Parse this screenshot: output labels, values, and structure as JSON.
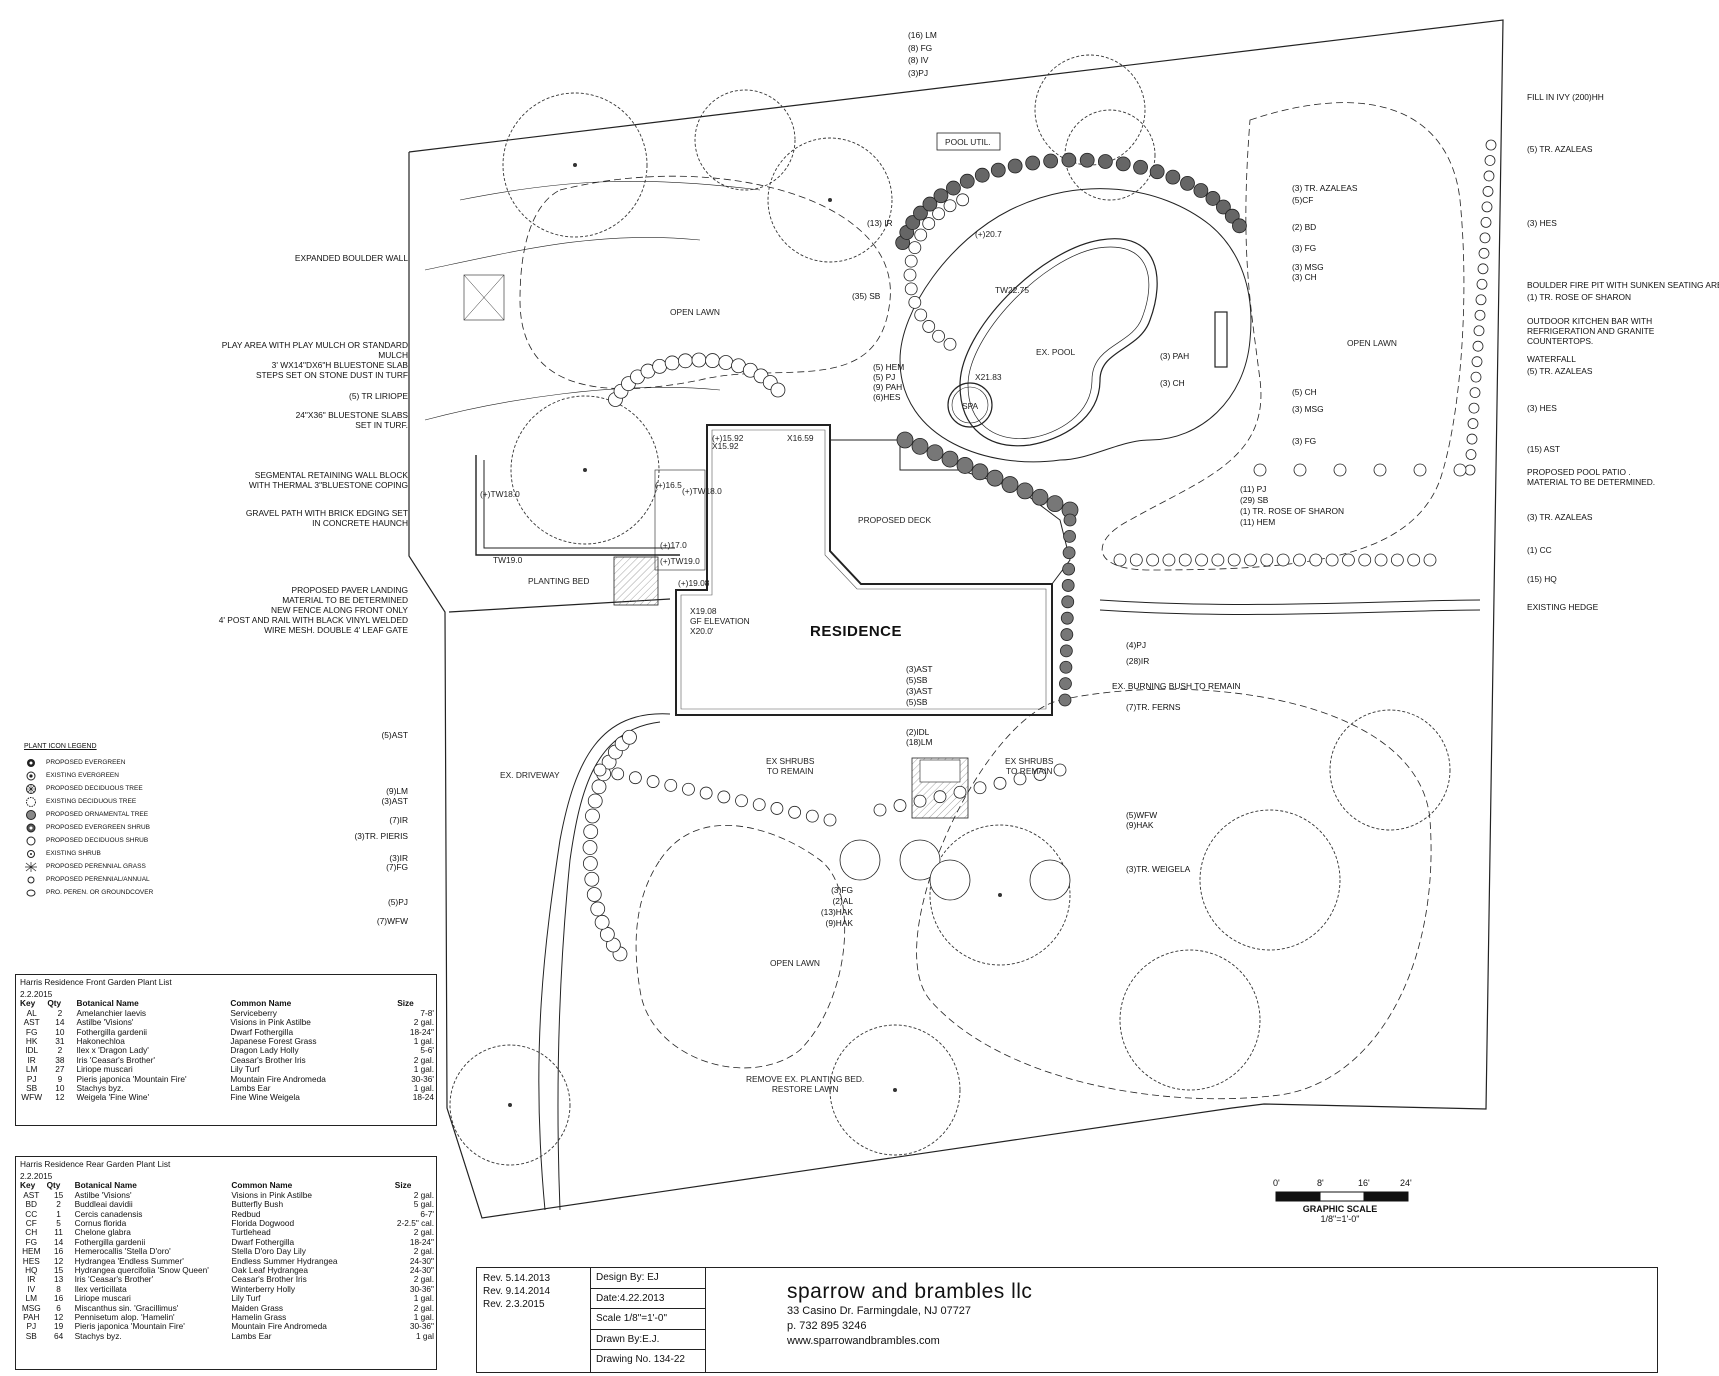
{
  "plan": {
    "main_label": "RESIDENCE",
    "areas": [
      {
        "id": "open-lawn-nw",
        "text": "OPEN LAWN"
      },
      {
        "id": "open-lawn-e",
        "text": "OPEN LAWN"
      },
      {
        "id": "open-lawn-s",
        "text": "OPEN LAWN"
      },
      {
        "id": "ex-pool",
        "text": "EX. POOL"
      },
      {
        "id": "spa",
        "text": "SPA"
      },
      {
        "id": "pool-util",
        "text": "POOL UTIL."
      },
      {
        "id": "proposed-deck",
        "text": "PROPOSED DECK"
      },
      {
        "id": "planting-bed",
        "text": "PLANTING BED"
      },
      {
        "id": "ex-driveway",
        "text": "EX. DRIVEWAY"
      },
      {
        "id": "ex-shrubs-1",
        "text": "EX SHRUBS\nTO REMAIN"
      },
      {
        "id": "ex-shrubs-2",
        "text": "EX SHRUBS\nTO REMAIN"
      },
      {
        "id": "remove-bed",
        "text": "REMOVE EX. PLANTING BED.\nRESTORE LAWN"
      },
      {
        "id": "gf-elev",
        "text": "X19.08\nGF ELEVATION\nX20.0'"
      }
    ],
    "spot_elevations": [
      "X15.92",
      "(+)15.92",
      "X16.59",
      "(+)16.5",
      "(+)TW18.0",
      "(+)TW18.0",
      "TW19.0",
      "(+)17.0",
      "(+)TW19.0",
      "(+)19.08",
      "X21.83",
      "TW22.75",
      "(+)20.7"
    ],
    "left_notes": [
      "EXPANDED BOULDER WALL",
      "PLAY AREA WITH PLAY MULCH OR STANDARD\nMULCH\n3' WX14\"DX6\"H BLUESTONE SLAB\nSTEPS SET ON STONE DUST IN TURF",
      "(5) TR LIRIOPE",
      "24\"X36\" BLUESTONE SLABS\nSET IN TURF.",
      "SEGMENTAL RETAINING WALL BLOCK\nWITH THERMAL 3\"BLUESTONE COPING",
      "GRAVEL PATH WITH BRICK EDGING SET\nIN CONCRETE HAUNCH",
      "PROPOSED PAVER LANDING\nMATERIAL TO BE DETERMINED\nNEW FENCE ALONG FRONT ONLY\n4' POST AND RAIL WITH BLACK VINYL WELDED\nWIRE MESH. DOUBLE 4' LEAF GATE",
      "(5)AST",
      "(9)LM",
      "(3)AST",
      "(7)IR",
      "(3)TR. PIERIS",
      "(3)IR",
      "(7)FG",
      "(5)PJ",
      "(7)WFW"
    ],
    "right_notes": [
      "FILL IN IVY (200)HH",
      "(5) TR. AZALEAS",
      "(3) HES",
      "BOULDER FIRE PIT WITH SUNKEN SEATING AREA",
      "(1) TR. ROSE OF SHARON",
      "OUTDOOR KITCHEN BAR WITH\nREFRIGERATION AND GRANITE\nCOUNTERTOPS.",
      "WATERFALL",
      "(5) TR. AZALEAS",
      "(3) HES",
      "(15) AST",
      "PROPOSED POOL PATIO .\nMATERIAL TO BE DETERMINED.",
      "(3) TR. AZALEAS",
      "(1) CC",
      "(15) HQ",
      "EXISTING HEDGE",
      "EX. BURNING BUSH TO REMAIN",
      "(7)TR. FERNS",
      "(3)TR. WEIGELA"
    ],
    "callouts": [
      "(16) LM\n(8) FG\n(8) IV\n(3)PJ",
      "(13) IR",
      "(35) SB",
      "(5) HEM\n(5) PJ\n(9) PAH\n(6)HES",
      "(3) TR. AZALEAS\n(5)CF",
      "(2) BD",
      "(3) FG",
      "(3) MSG\n(3) CH",
      "(3) PAH",
      "(3) CH",
      "(5) CH",
      "(3) MSG",
      "(3) FG",
      "(11) PJ\n(29) SB\n(1) TR. ROSE OF SHARON\n(11) HEM",
      "(4)PJ",
      "(28)IR",
      "(3)AST\n(5)SB\n(3)AST\n(5)SB",
      "(2)IDL\n(18)LM",
      "(5)WFW\n(9)HAK",
      "(3)FG\n(2)AL\n(13)HAK\n(9)HAK"
    ]
  },
  "legend": {
    "title": "PLANT ICON LEGEND",
    "items": [
      {
        "icon": "proposed-evergreen-icon",
        "label": "PROPOSED EVERGREEN"
      },
      {
        "icon": "existing-evergreen-icon",
        "label": "EXISTING EVERGREEN"
      },
      {
        "icon": "proposed-deciduous-tree-icon",
        "label": "PROPOSED DECIDUOUS TREE"
      },
      {
        "icon": "existing-deciduous-tree-icon",
        "label": "EXISTING DECIDUOUS TREE"
      },
      {
        "icon": "proposed-ornamental-tree-icon",
        "label": "PROPOSED ORNAMENTAL TREE"
      },
      {
        "icon": "proposed-evergreen-shrub-icon",
        "label": "PROPOSED EVERGREEN SHRUB"
      },
      {
        "icon": "proposed-deciduous-shrub-icon",
        "label": "PROPOSED DECIDUOUS SHRUB"
      },
      {
        "icon": "existing-shrub-icon",
        "label": "EXISTING SHRUB"
      },
      {
        "icon": "proposed-perennial-grass-icon",
        "label": "PROPOSED PERENNIAL GRASS"
      },
      {
        "icon": "proposed-perennial-annual-icon",
        "label": "PROPOSED PERENNIAL/ANNUAL"
      },
      {
        "icon": "groundcover-icon",
        "label": "PRO. PEREN. OR GROUNDCOVER"
      }
    ]
  },
  "front_list": {
    "title": "Harris Residence Front Garden Plant List",
    "date": "2.2.2015",
    "headers": [
      "Key",
      "Qty",
      "Botanical Name",
      "Common Name",
      "Size"
    ],
    "rows": [
      [
        "AL",
        "2",
        "Amelanchier laevis",
        "Serviceberry",
        "7-8'"
      ],
      [
        "AST",
        "14",
        "Astilbe 'Visions'",
        "Visions in Pink Astilbe",
        "2 gal."
      ],
      [
        "FG",
        "10",
        "Fothergilla gardenii",
        "Dwarf Fothergilla",
        "18-24\""
      ],
      [
        "HK",
        "31",
        "Hakonechloa",
        "Japanese Forest Grass",
        "1 gal."
      ],
      [
        "IDL",
        "2",
        "Ilex x 'Dragon Lady'",
        "Dragon Lady Holly",
        "5-6'"
      ],
      [
        "IR",
        "38",
        "Iris 'Ceasar's Brother'",
        "Ceasar's Brother Iris",
        "2 gal."
      ],
      [
        "LM",
        "27",
        "Liriope muscari",
        "Lily Turf",
        "1 gal."
      ],
      [
        "PJ",
        "9",
        "Pieris japonica 'Mountain Fire'",
        "Mountain Fire Andromeda",
        "30-36'"
      ],
      [
        "SB",
        "10",
        "Stachys byz.",
        "Lambs Ear",
        "1 gal."
      ],
      [
        "WFW",
        "12",
        "Weigela 'Fine Wine'",
        "Fine Wine Weigela",
        "18-24"
      ]
    ]
  },
  "rear_list": {
    "title": "Harris Residence Rear Garden Plant List",
    "date": "2.2.2015",
    "headers": [
      "Key",
      "Qty",
      "Botanical Name",
      "Common Name",
      "Size"
    ],
    "rows": [
      [
        "AST",
        "15",
        "Astilbe 'Visions'",
        "Visions in Pink Astilbe",
        "2 gal."
      ],
      [
        "BD",
        "2",
        "Buddleai davidii",
        "Butterfly Bush",
        "5 gal."
      ],
      [
        "CC",
        "1",
        "Cercis canadensis",
        "Redbud",
        "6-7'"
      ],
      [
        "CF",
        "5",
        "Cornus florida",
        "Florida Dogwood",
        "2-2.5\" cal."
      ],
      [
        "CH",
        "11",
        "Chelone glabra",
        "Turtlehead",
        "2 gal."
      ],
      [
        "FG",
        "14",
        "Fothergilla gardenii",
        "Dwarf Fothergilla",
        "18-24\""
      ],
      [
        "HEM",
        "16",
        "Hemerocallis 'Stella D'oro'",
        "Stella D'oro Day Lily",
        "2 gal."
      ],
      [
        "HES",
        "12",
        "Hydrangea 'Endless Summer'",
        "Endless Summer Hydrangea",
        "24-30\""
      ],
      [
        "HQ",
        "15",
        "Hydrangea quercifolia 'Snow Queen'",
        "Oak Leaf Hydrangea",
        "24-30\""
      ],
      [
        "IR",
        "13",
        "Iris 'Ceasar's Brother'",
        "Ceasar's Brother Iris",
        "2 gal."
      ],
      [
        "IV",
        "8",
        "Ilex verticillata",
        "Winterberry Holly",
        "30-36\""
      ],
      [
        "LM",
        "16",
        "Liriope muscari",
        "Lily Turf",
        "1 gal."
      ],
      [
        "MSG",
        "6",
        "Miscanthus sin. 'Gracillimus'",
        "Maiden Grass",
        "2 gal."
      ],
      [
        "PAH",
        "12",
        "Pennisetum alop. 'Hamelin'",
        "Hamelin Grass",
        "1 gal."
      ],
      [
        "PJ",
        "19",
        "Pieris japonica 'Mountain Fire'",
        "Mountain Fire Andromeda",
        "30-36\""
      ],
      [
        "SB",
        "64",
        "Stachys byz.",
        "Lambs Ear",
        "1 gal"
      ]
    ]
  },
  "title_block": {
    "revisions": [
      "Rev. 5.14.2013",
      "Rev. 9.14.2014",
      "Rev. 2.3.2015"
    ],
    "design_by": "Design By: EJ",
    "date": "Date:4.22.2013",
    "scale": "Scale 1/8\"=1'-0\"",
    "drawn_by": "Drawn By:E.J.",
    "drawing_no": "Drawing No. 134-22",
    "company": "sparrow and brambles llc",
    "address": "33 Casino Dr. Farmingdale, NJ 07727",
    "phone": "p. 732 895 3246",
    "web": "www.sparrowandbrambles.com"
  },
  "graphic_scale": {
    "ticks": [
      "0'",
      "8'",
      "16'",
      "24'"
    ],
    "title": "GRAPHIC SCALE",
    "ratio": "1/8\"=1'-0\""
  }
}
